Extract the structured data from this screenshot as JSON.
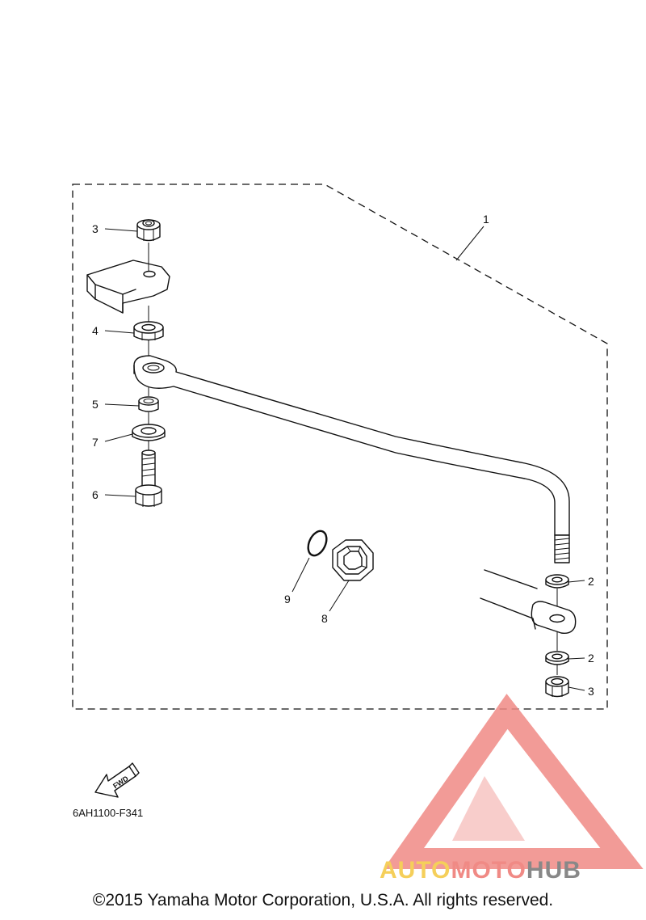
{
  "callouts": {
    "c1": "1",
    "c2a": "2",
    "c2b": "2",
    "c3a": "3",
    "c3b": "3",
    "c4": "4",
    "c5": "5",
    "c6": "6",
    "c7": "7",
    "c8": "8",
    "c9": "9"
  },
  "fwd_label": "FWD",
  "drawing_code": "6AH1100-F341",
  "watermark": {
    "word_a": "AUTO",
    "word_b": "MOTO",
    "word_c": "HUB",
    "color_light": "#f5cf5a",
    "color_red": "#f08a85",
    "color_grey": "#888888"
  },
  "copyright": "©2015 Yamaha Motor Corporation, U.S.A. All rights reserved."
}
